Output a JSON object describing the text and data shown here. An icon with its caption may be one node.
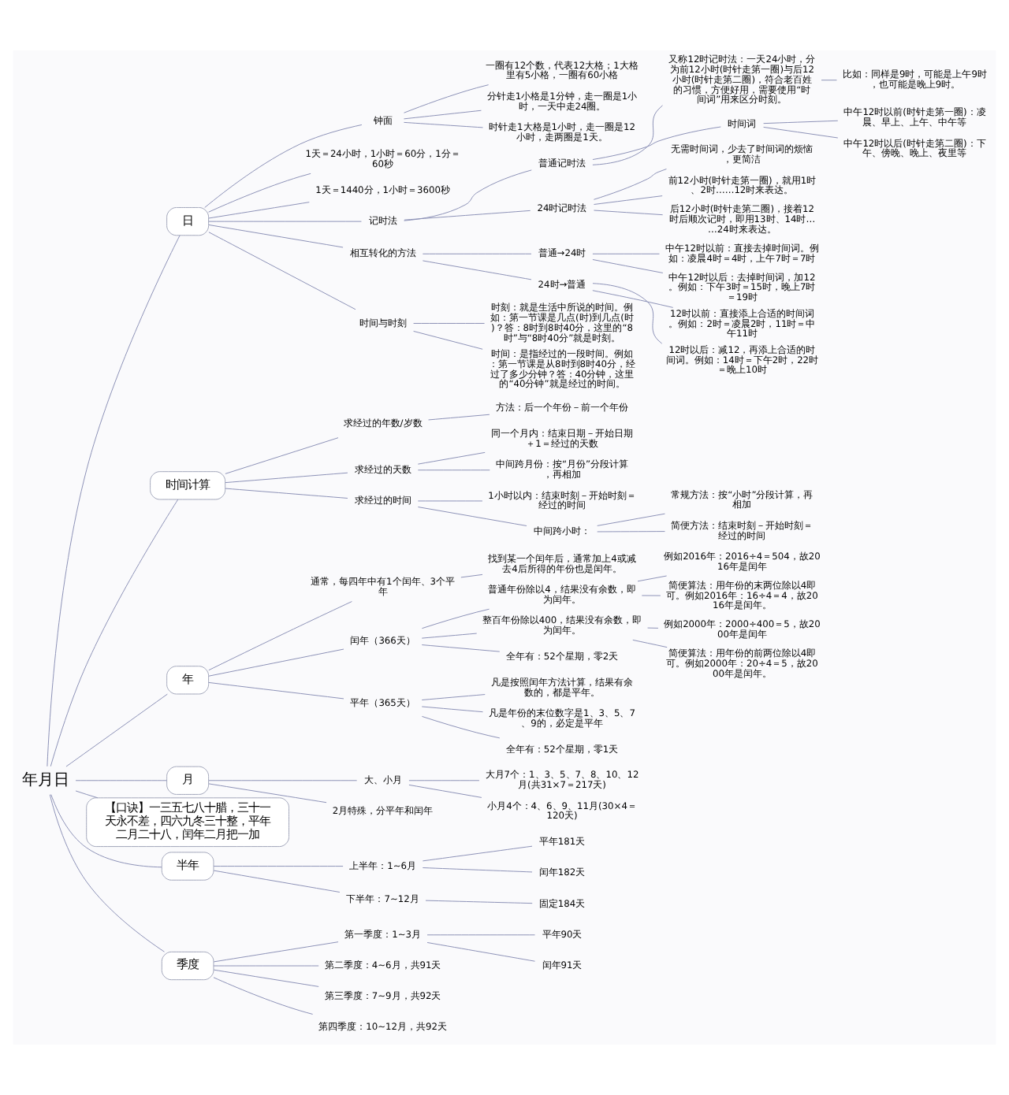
{
  "diagram": {
    "nodes": [
      {
        "text": [
          "年月日"
        ]
      },
      {
        "text": [
          "日"
        ]
      },
      {
        "text": [
          "钟面"
        ]
      },
      {
        "text": [
          "一圈有12个数，代表12大格；1大格里有5小格，一圈有60小格"
        ]
      },
      {
        "text": [
          "分针走1小格是1分钟，走一圈是1小时，一天中走24圈。"
        ]
      },
      {
        "text": [
          "时针走1大格是1小时，走一圈是12小时，走两圈是1天。"
        ]
      },
      {
        "text": [
          "1天＝24小时，1小时＝60分，1分＝60秒"
        ]
      },
      {
        "text": [
          "1天＝1440分，1小时＝3600秒"
        ]
      },
      {
        "text": [
          "记时法"
        ]
      },
      {
        "text": [
          "普通记时法"
        ]
      },
      {
        "text": [
          "又称12时记时法：一天24小时，分为前12小时(时针走第一圈)与后12小时(时针走第二圈)，符合老百姓的习惯，方便好用，需要使用“时间词”用来区分时刻。"
        ]
      },
      {
        "text": [
          "比如：同样是9时，可能是上午9时，也可能是晚上9时。"
        ]
      },
      {
        "text": [
          "时间词"
        ]
      },
      {
        "text": [
          "中午12时以前(时针走第一圈)：凌晨、早上、上午、中午等"
        ]
      },
      {
        "text": [
          "中午12时以后(时针走第二圈)：下午、傍晚、晚上、夜里等"
        ]
      },
      {
        "text": [
          "24时记时法"
        ]
      },
      {
        "text": [
          "无需时间词，少去了时间词的烦恼，更简洁"
        ]
      },
      {
        "text": [
          "前12小时(时针走第一圈)，就用1时、2时……12时来表达。"
        ]
      },
      {
        "text": [
          "后12小时(时针走第二圈)，接着12时后顺次记时，即用13时、14时……24时来表达。"
        ]
      },
      {
        "text": [
          "相互转化的方法"
        ]
      },
      {
        "text": [
          "普通→24时"
        ]
      },
      {
        "text": [
          "中午12时以前：直接去掉时间词。例如：凌晨4时＝4时，上午7时＝7时"
        ]
      },
      {
        "text": [
          "中午12时以后：去掉时间词，加12。例如：下午3时＝15时，晚上7时＝19时"
        ]
      },
      {
        "text": [
          "24时→普通"
        ]
      },
      {
        "text": [
          "12时以前：直接添上合适的时间词。例如：2时＝凌晨2时，11时＝中午11时"
        ]
      },
      {
        "text": [
          "12时以后：减12，再添上合适的时间词。例如：14时＝下午2时，22时＝晚上10时"
        ]
      },
      {
        "text": [
          "时间与时刻"
        ]
      },
      {
        "text": [
          "时刻：就是生活中所说的时间。例如：第一节课是几点(时)到几点(时)？答：8时到8时40分，这里的“8时”与“8时40分”就是时刻。"
        ]
      },
      {
        "text": [
          "时间：是指经过的一段时间。例如：第一节课是从8时到8时40分，经过了多少分钟？答：40分钟，这里的“40分钟”就是经过的时间。"
        ]
      },
      {
        "text": [
          "时间计算"
        ]
      },
      {
        "text": [
          "求经过的年数/岁数"
        ]
      },
      {
        "text": [
          "方法：后一个年份－前一个年份"
        ]
      },
      {
        "text": [
          "求经过的天数"
        ]
      },
      {
        "text": [
          "同一个月内：结束日期－开始日期＋1＝经过的天数"
        ]
      },
      {
        "text": [
          "中间跨月份：按“月份”分段计算，再相加"
        ]
      },
      {
        "text": [
          "求经过的时间"
        ]
      },
      {
        "text": [
          "1小时以内：结束时刻－开始时刻＝经过的时间"
        ]
      },
      {
        "text": [
          "中间跨小时："
        ]
      },
      {
        "text": [
          "常规方法：按“小时”分段计算，再相加"
        ]
      },
      {
        "text": [
          "简便方法：结束时刻－开始时刻＝经过的时间"
        ]
      },
      {
        "text": [
          "年"
        ]
      },
      {
        "text": [
          "通常，每四年中有1个闰年、3个平年"
        ]
      },
      {
        "text": [
          "找到某一个闰年后，通常加上4或减去4后所得的年份也是闰年。"
        ]
      },
      {
        "text": [
          "闰年（366天）"
        ]
      },
      {
        "text": [
          "普通年份除以4，结果没有余数，即为闰年。"
        ]
      },
      {
        "text": [
          "例如2016年：2016÷4＝504，故2016年是闰年"
        ]
      },
      {
        "text": [
          "简便算法：用年份的末两位除以4即可。例如2016年：16÷4＝4，故2016年是闰年。"
        ]
      },
      {
        "text": [
          "整百年份除以400，结果没有余数，即为闰年。"
        ]
      },
      {
        "text": [
          "例如2000年：2000÷400＝5，故2000年是闰年"
        ]
      },
      {
        "text": [
          "简便算法：用年份的前两位除以4即可。例如2000年：20÷4＝5，故2000年是闰年。"
        ]
      },
      {
        "text": [
          "全年有：52个星期，零2天"
        ]
      },
      {
        "text": [
          "平年（365天）"
        ]
      },
      {
        "text": [
          "凡是按照闰年方法计算，结果有余数的，都是平年。"
        ]
      },
      {
        "text": [
          "凡是年份的末位数字是1、3、5、7、9的，必定是平年"
        ]
      },
      {
        "text": [
          "全年有：52个星期，零1天"
        ]
      },
      {
        "text": [
          "月"
        ]
      },
      {
        "text": [
          "大、小月"
        ]
      },
      {
        "text": [
          "大月7个：1、3、5、7、8、10、12月(共31×7＝217天)"
        ]
      },
      {
        "text": [
          "小月4个：4、6、9、11月(30×4＝120天)"
        ]
      },
      {
        "text": [
          "2月特殊，分平年和闰年"
        ]
      },
      {
        "text": [
          "【口诀】一三五七八十腊，三十一天永不差，四六九冬三十整，平年二月二十八，闰年二月把一加"
        ]
      },
      {
        "text": [
          "半年"
        ]
      },
      {
        "text": [
          "上半年：1~6月"
        ]
      },
      {
        "text": [
          "平年181天"
        ]
      },
      {
        "text": [
          "闰年182天"
        ]
      },
      {
        "text": [
          "下半年：7~12月"
        ]
      },
      {
        "text": [
          "固定184天"
        ]
      },
      {
        "text": [
          "季度"
        ]
      },
      {
        "text": [
          "第一季度：1~3月"
        ]
      },
      {
        "text": [
          "平年90天"
        ]
      },
      {
        "text": [
          "闰年91天"
        ]
      },
      {
        "text": [
          "第二季度：4~6月，共91天"
        ]
      },
      {
        "text": [
          "第三季度：7~9月，共92天"
        ]
      },
      {
        "text": [
          "第四季度：10~12月，共92天"
        ]
      }
    ],
    "edges": [
      {
        "from": 0,
        "to": 1,
        "arrow": "none"
      },
      {
        "from": 1,
        "to": 2,
        "arrow": "none"
      },
      {
        "from": 2,
        "to": 3,
        "arrow": "none"
      },
      {
        "from": 2,
        "to": 4,
        "arrow": "none"
      },
      {
        "from": 2,
        "to": 5,
        "arrow": "none"
      },
      {
        "from": 1,
        "to": 6,
        "arrow": "none"
      },
      {
        "from": 1,
        "to": 7,
        "arrow": "none"
      },
      {
        "from": 1,
        "to": 8,
        "arrow": "none"
      },
      {
        "from": 8,
        "to": 9,
        "arrow": "none"
      },
      {
        "from": 9,
        "to": 10,
        "arrow": "none"
      },
      {
        "from": 10,
        "to": 11,
        "arrow": "none"
      },
      {
        "from": 9,
        "to": 12,
        "arrow": "none"
      },
      {
        "from": 12,
        "to": 13,
        "arrow": "none"
      },
      {
        "from": 12,
        "to": 14,
        "arrow": "none"
      },
      {
        "from": 8,
        "to": 15,
        "arrow": "none"
      },
      {
        "from": 15,
        "to": 16,
        "arrow": "none"
      },
      {
        "from": 15,
        "to": 17,
        "arrow": "none"
      },
      {
        "from": 15,
        "to": 18,
        "arrow": "none"
      },
      {
        "from": 1,
        "to": 19,
        "arrow": "none"
      },
      {
        "from": 19,
        "to": 20,
        "arrow": "none"
      },
      {
        "from": 20,
        "to": 21,
        "arrow": "none"
      },
      {
        "from": 20,
        "to": 22,
        "arrow": "none"
      },
      {
        "from": 19,
        "to": 23,
        "arrow": "none"
      },
      {
        "from": 23,
        "to": 24,
        "arrow": "none"
      },
      {
        "from": 23,
        "to": 25,
        "arrow": "none"
      },
      {
        "from": 1,
        "to": 26,
        "arrow": "none"
      },
      {
        "from": 26,
        "to": 27,
        "arrow": "none"
      },
      {
        "from": 26,
        "to": 28,
        "arrow": "none"
      },
      {
        "from": 0,
        "to": 29,
        "arrow": "none"
      },
      {
        "from": 29,
        "to": 30,
        "arrow": "none"
      },
      {
        "from": 30,
        "to": 31,
        "arrow": "none"
      },
      {
        "from": 29,
        "to": 32,
        "arrow": "none"
      },
      {
        "from": 32,
        "to": 33,
        "arrow": "none"
      },
      {
        "from": 32,
        "to": 34,
        "arrow": "none"
      },
      {
        "from": 29,
        "to": 35,
        "arrow": "none"
      },
      {
        "from": 35,
        "to": 36,
        "arrow": "none"
      },
      {
        "from": 35,
        "to": 37,
        "arrow": "none"
      },
      {
        "from": 37,
        "to": 38,
        "arrow": "none"
      },
      {
        "from": 37,
        "to": 39,
        "arrow": "none"
      },
      {
        "from": 0,
        "to": 40,
        "arrow": "none"
      },
      {
        "from": 40,
        "to": 41,
        "arrow": "none"
      },
      {
        "from": 41,
        "to": 42,
        "arrow": "none"
      },
      {
        "from": 40,
        "to": 43,
        "arrow": "none"
      },
      {
        "from": 43,
        "to": 44,
        "arrow": "none"
      },
      {
        "from": 44,
        "to": 45,
        "arrow": "none"
      },
      {
        "from": 44,
        "to": 46,
        "arrow": "none"
      },
      {
        "from": 43,
        "to": 47,
        "arrow": "none"
      },
      {
        "from": 47,
        "to": 48,
        "arrow": "none"
      },
      {
        "from": 47,
        "to": 49,
        "arrow": "none"
      },
      {
        "from": 43,
        "to": 50,
        "arrow": "none"
      },
      {
        "from": 40,
        "to": 51,
        "arrow": "none"
      },
      {
        "from": 51,
        "to": 52,
        "arrow": "none"
      },
      {
        "from": 51,
        "to": 53,
        "arrow": "none"
      },
      {
        "from": 51,
        "to": 54,
        "arrow": "none"
      },
      {
        "from": 0,
        "to": 55,
        "arrow": "none"
      },
      {
        "from": 55,
        "to": 56,
        "arrow": "none"
      },
      {
        "from": 56,
        "to": 57,
        "arrow": "none"
      },
      {
        "from": 56,
        "to": 58,
        "arrow": "none"
      },
      {
        "from": 55,
        "to": 59,
        "arrow": "none"
      },
      {
        "from": 0,
        "to": 60,
        "arrow": "none"
      },
      {
        "from": 0,
        "to": 61,
        "arrow": "none"
      },
      {
        "from": 61,
        "to": 62,
        "arrow": "none"
      },
      {
        "from": 62,
        "to": 63,
        "arrow": "none"
      },
      {
        "from": 62,
        "to": 64,
        "arrow": "none"
      },
      {
        "from": 61,
        "to": 65,
        "arrow": "none"
      },
      {
        "from": 65,
        "to": 66,
        "arrow": "none"
      },
      {
        "from": 0,
        "to": 67,
        "arrow": "none"
      },
      {
        "from": 67,
        "to": 68,
        "arrow": "none"
      },
      {
        "from": 68,
        "to": 69,
        "arrow": "none"
      },
      {
        "from": 68,
        "to": 70,
        "arrow": "none"
      },
      {
        "from": 67,
        "to": 71,
        "arrow": "none"
      },
      {
        "from": 67,
        "to": 72,
        "arrow": "none"
      },
      {
        "from": 67,
        "to": 73,
        "arrow": "none"
      }
    ]
  }
}
